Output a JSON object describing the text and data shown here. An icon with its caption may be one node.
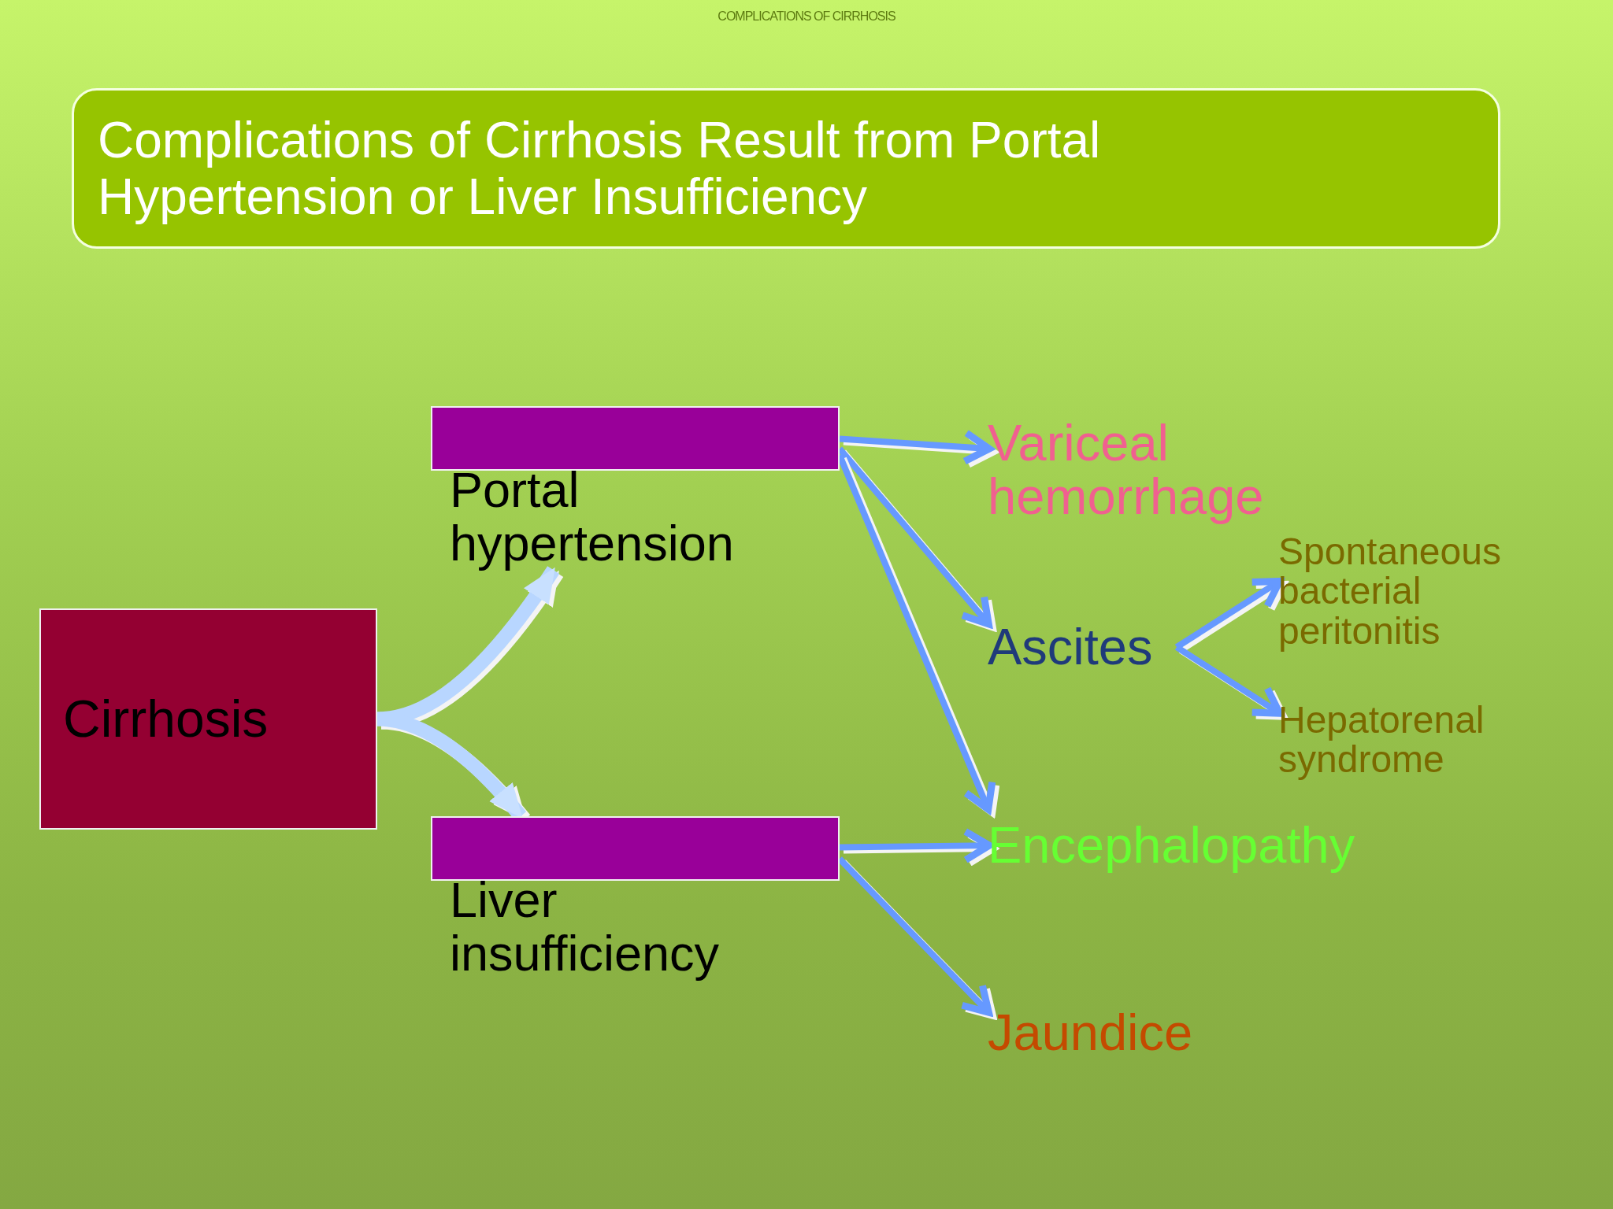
{
  "diagram": {
    "title": "Complications of Cirrhosis Result from Portal Hypertension or Liver Insufficiency",
    "nodes": [
      {
        "text": [
          "Cirrhosis"
        ]
      },
      {
        "text": [
          "Portal hypertension"
        ]
      },
      {
        "text": [
          "Liver insufficiency"
        ]
      },
      {
        "text": [
          "Variceal hemorrhage"
        ]
      },
      {
        "text": [
          "Ascites"
        ]
      },
      {
        "text": [
          "Spontaneous bacterial peritonitis"
        ]
      },
      {
        "text": [
          "Hepatorenal syndrome"
        ]
      },
      {
        "text": [
          "Encephalopathy"
        ]
      },
      {
        "text": [
          "Jaundice"
        ]
      }
    ],
    "edges": [
      {
        "from": 0,
        "to": 1,
        "arrow": "to",
        "style": "thick"
      },
      {
        "from": 0,
        "to": 2,
        "arrow": "to",
        "style": "thick"
      },
      {
        "from": 1,
        "to": 3,
        "arrow": "to"
      },
      {
        "from": 1,
        "to": 4,
        "arrow": "to"
      },
      {
        "from": 1,
        "to": 7,
        "arrow": "to"
      },
      {
        "from": 4,
        "to": 5,
        "arrow": "to"
      },
      {
        "from": 4,
        "to": 6,
        "arrow": "to"
      },
      {
        "from": 2,
        "to": 7,
        "arrow": "to"
      },
      {
        "from": 2,
        "to": 8,
        "arrow": "to"
      }
    ],
    "labels": [
      "COMPLICATIONS OF CIRRHOSIS"
    ]
  }
}
